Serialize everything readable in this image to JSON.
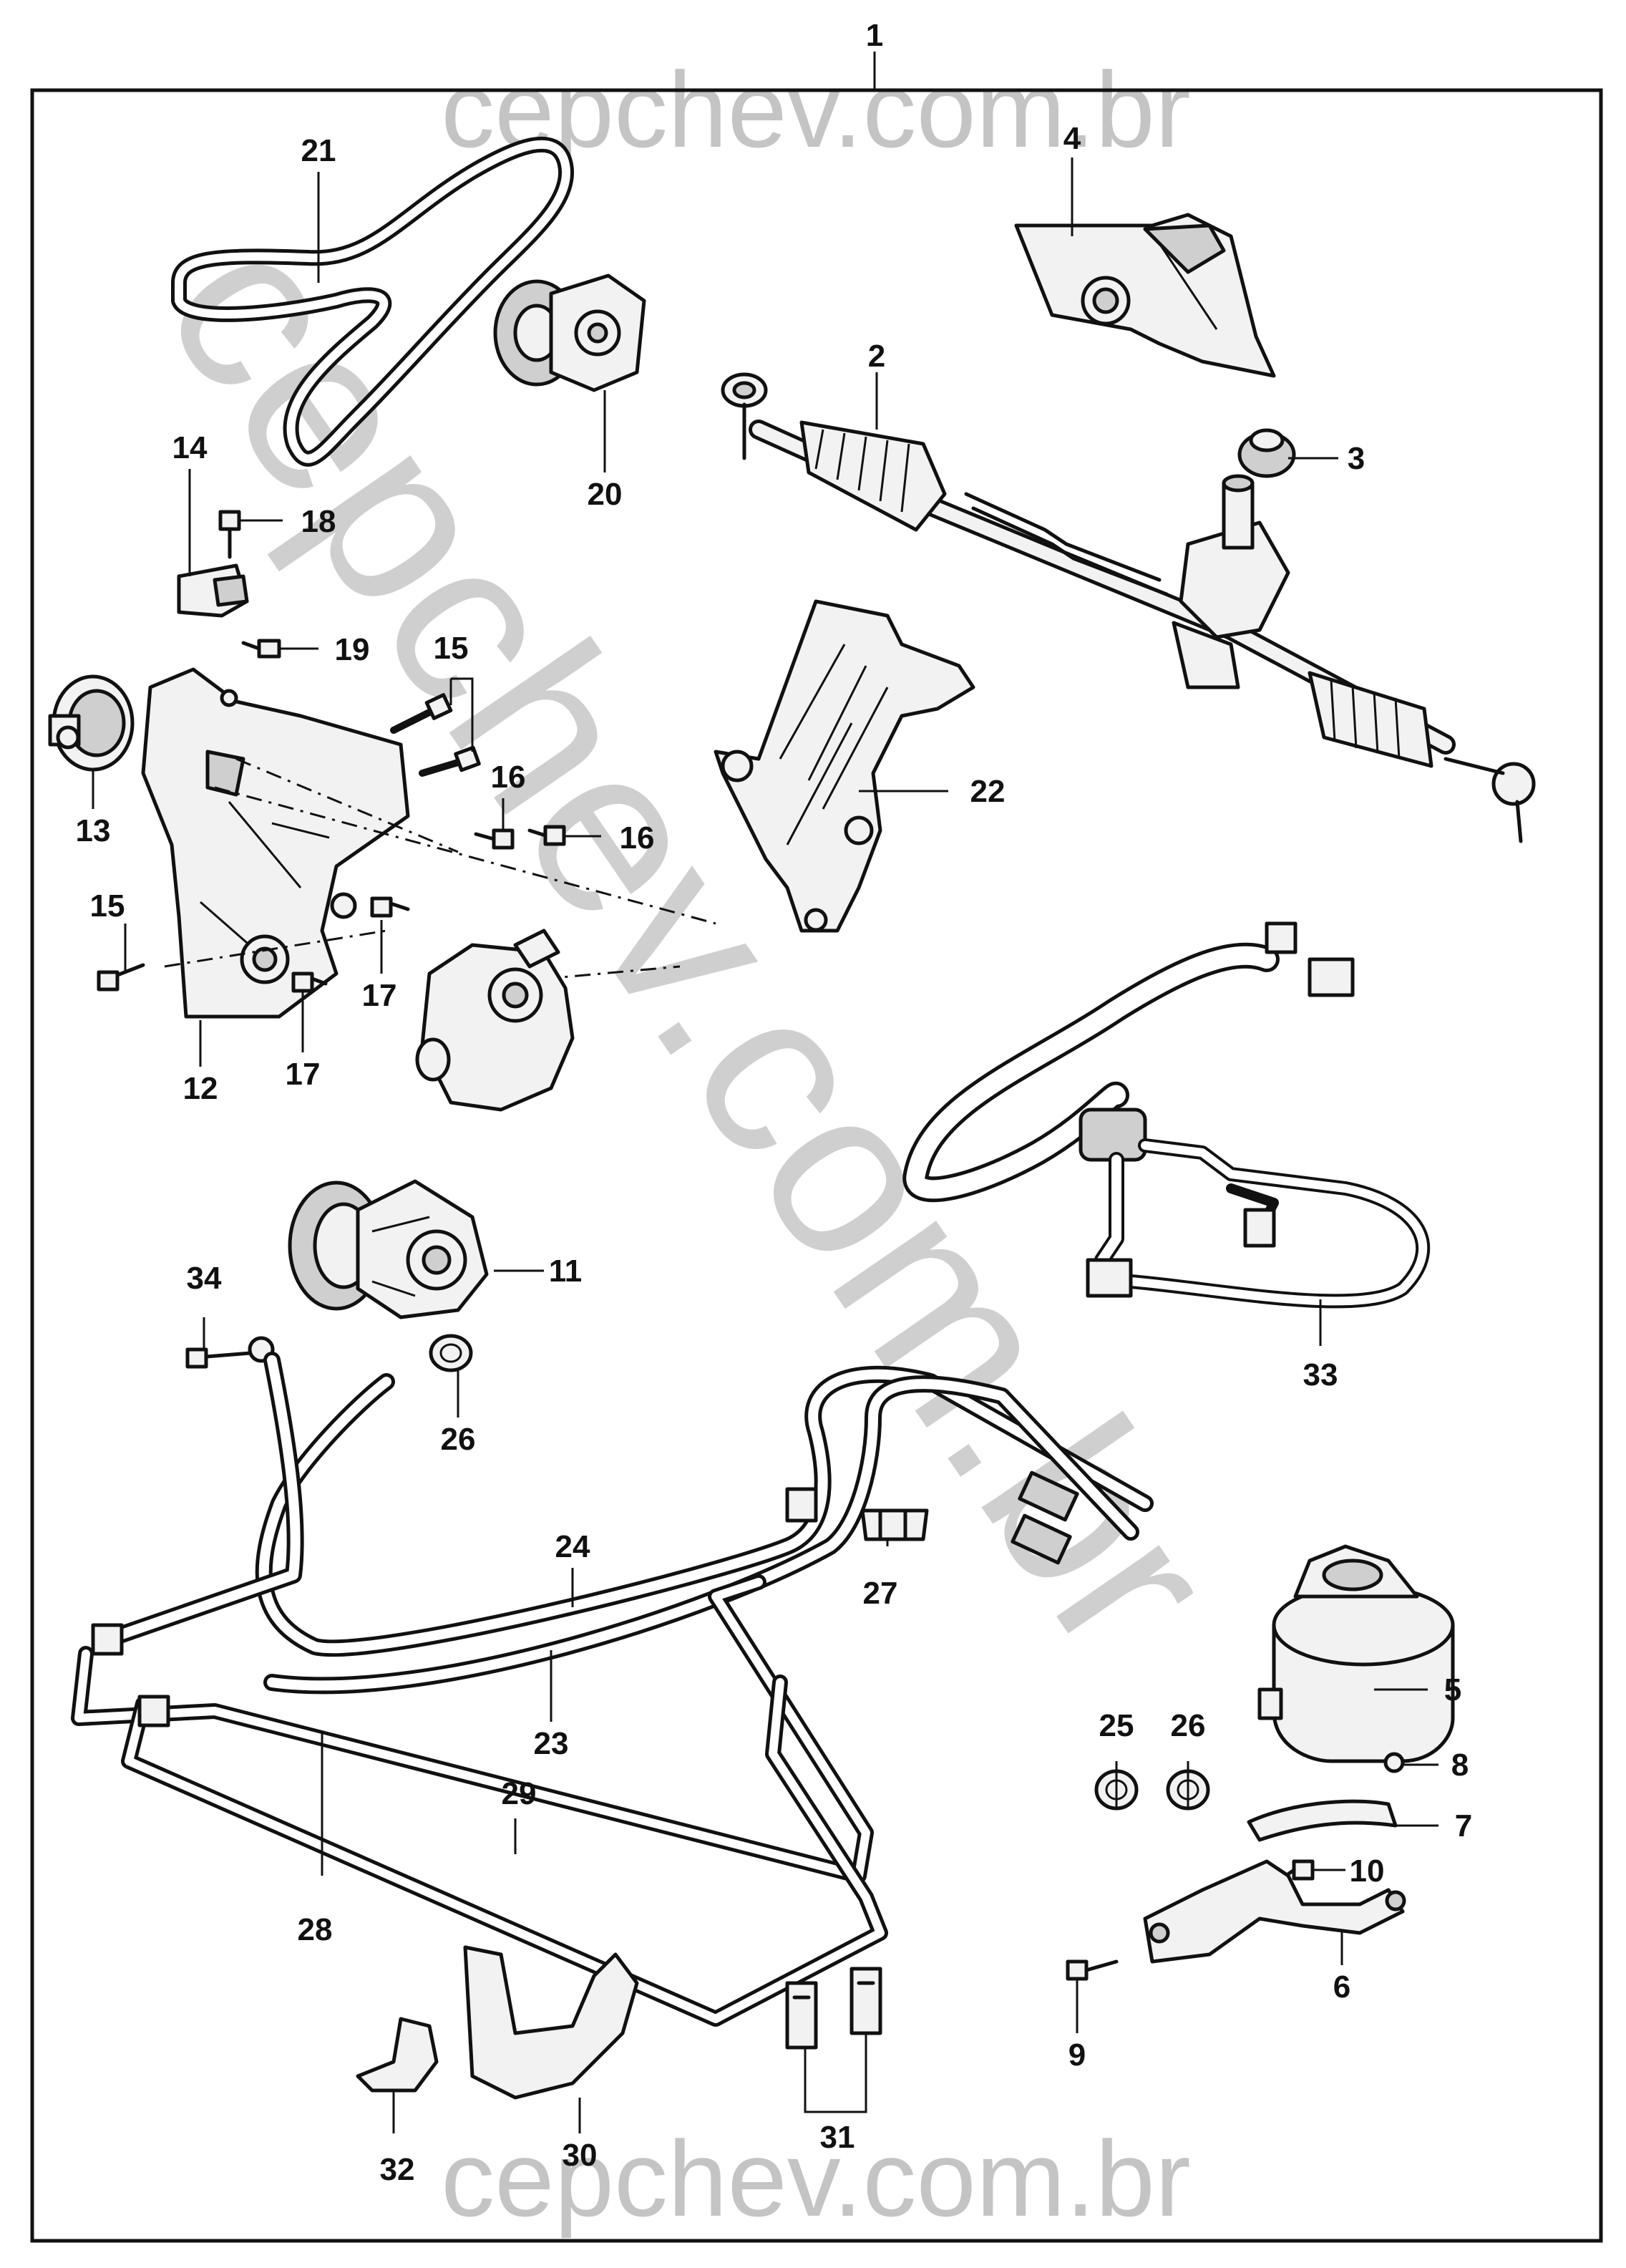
{
  "watermark": {
    "header": "cepchev.com.br",
    "diagonal": "cepchev.com.br",
    "footer": "cepchev.com.br"
  },
  "callouts": [
    "1",
    "2",
    "3",
    "4",
    "5",
    "6",
    "7",
    "8",
    "9",
    "10",
    "11",
    "12",
    "13",
    "14",
    "15",
    "15",
    "16",
    "16",
    "17",
    "17",
    "18",
    "19",
    "20",
    "21",
    "22",
    "23",
    "24",
    "25",
    "26",
    "26",
    "27",
    "28",
    "29",
    "30",
    "31",
    "32",
    "33",
    "34"
  ],
  "colors": {
    "line": "#111111",
    "watermark": "#c4c4c4",
    "background": "#ffffff"
  }
}
